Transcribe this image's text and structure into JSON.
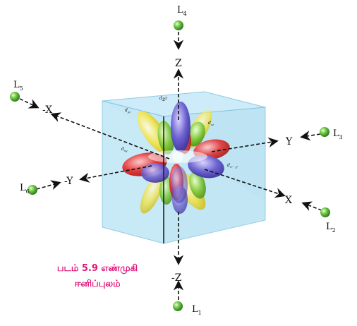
{
  "figure": {
    "axes": {
      "z_pos": "Z",
      "z_neg": "-Z",
      "x_pos": "X",
      "x_neg": "-X",
      "y_pos": "Y",
      "y_neg": "-Y"
    },
    "ligands": [
      {
        "name": "L",
        "sub": "1"
      },
      {
        "name": "L",
        "sub": "2"
      },
      {
        "name": "L",
        "sub": "3"
      },
      {
        "name": "L",
        "sub": "4"
      },
      {
        "name": "L",
        "sub": "5"
      },
      {
        "name": "L",
        "sub": "6"
      }
    ],
    "orbitals": {
      "dz2": {
        "base": "d",
        "sub": "z²"
      },
      "dxz": {
        "base": "d",
        "sub": "xz"
      },
      "dyz": {
        "base": "d",
        "sub": "yz"
      },
      "dxy": {
        "base": "d",
        "sub": "xy"
      },
      "dx2y2": {
        "base": "d",
        "sub": "x² - y²"
      }
    },
    "caption_line1": "படம் 5.9 எண்முகி",
    "caption_line2": "ஈனிப்புலம்",
    "colors": {
      "cube_face": "#bfe6f5",
      "cube_edge": "#6ab7d8",
      "ligand": "#6bbf3f",
      "caption": "#e0187a",
      "dz2": "#5a4fc2",
      "dxz": "#78c832",
      "dyz": "#f0e040",
      "dxy": "#e62828",
      "dx2y2": "#7a6fd6"
    }
  }
}
